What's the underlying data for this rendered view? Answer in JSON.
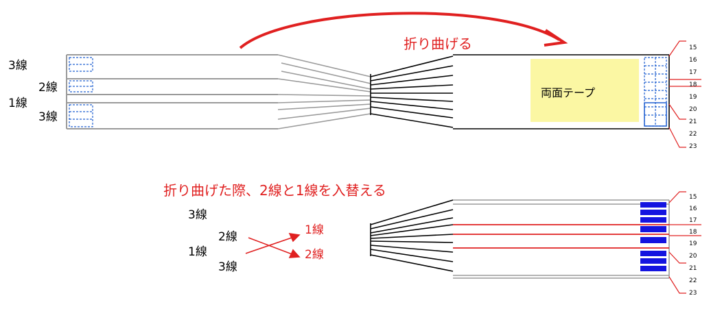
{
  "top": {
    "fold_instruction": "折り曲げる",
    "left_labels": [
      "3線",
      "2線",
      "1線",
      "3線"
    ],
    "tape_label": "両面テープ",
    "pins": [
      "15",
      "16",
      "17",
      "18",
      "19",
      "20",
      "21",
      "22",
      "23"
    ]
  },
  "bottom": {
    "swap_instruction": "折り曲げた際、2線と1線を入替える",
    "left_labels": [
      "3線",
      "2線",
      "1線",
      "3線"
    ],
    "swapped_labels": [
      "1線",
      "2線"
    ],
    "pins": [
      "15",
      "16",
      "17",
      "18",
      "19",
      "20",
      "21",
      "22",
      "23"
    ]
  },
  "colors": {
    "accent_red": "#e02020",
    "tape_yellow": "#fbf7a3",
    "pad_blue": "#1f5fd0",
    "solid_blue": "#1414e0",
    "cable_gray": "#9a9a9a"
  }
}
